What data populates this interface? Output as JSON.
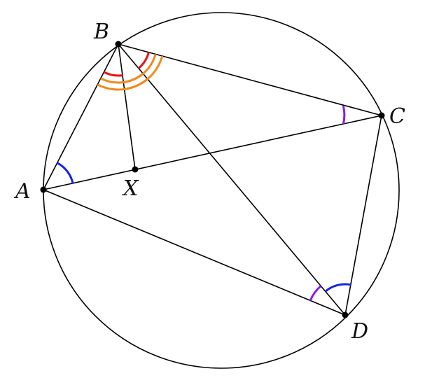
{
  "diagram": {
    "labels": {
      "A": "A",
      "B": "B",
      "C": "C",
      "D": "D",
      "X": "X"
    },
    "colors": {
      "line": "#000000",
      "red": "#e8141a",
      "orange": "#f08a1c",
      "blue": "#1622e6",
      "purple": "#8b1be6"
    }
  }
}
